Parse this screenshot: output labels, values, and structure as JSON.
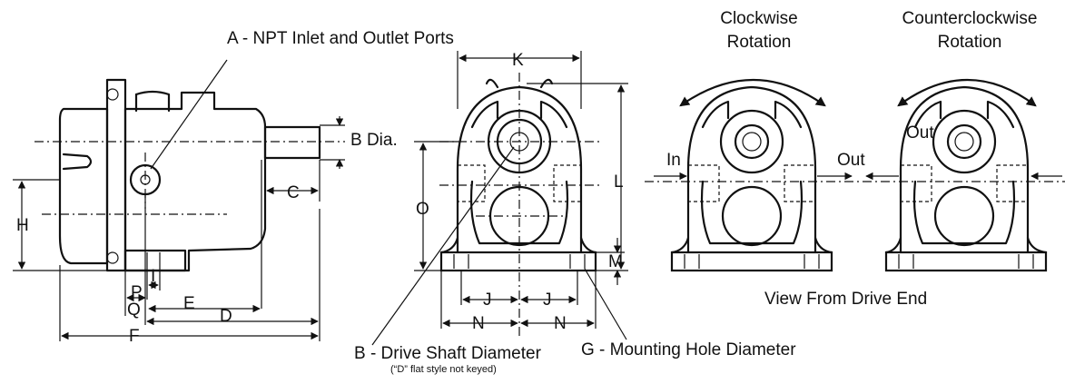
{
  "labels": {
    "ports": "A - NPT Inlet and Outlet Ports",
    "shaft_dia": "B Dia.",
    "drive_shaft": "B - Drive Shaft Diameter",
    "drive_shaft_note": "(“D” flat style not keyed)",
    "mounting_hole": "G -  Mounting Hole Diameter",
    "view_from": "View From Drive End",
    "in": "In",
    "out_cw": "Out",
    "out_ccw": "Out"
  },
  "dimensions": {
    "C": "C",
    "D": "D",
    "E": "E",
    "F": "F",
    "H": "H",
    "I": "I",
    "J1": "J",
    "J2": "J",
    "K": "K",
    "L": "L",
    "M": "M",
    "N1": "N",
    "N2": "N",
    "O": "O",
    "P": "P",
    "Q": "Q"
  },
  "rotation": {
    "cw_line1": "Clockwise",
    "cw_line2": "Rotation",
    "ccw_line1": "Counterclockwise",
    "ccw_line2": "Rotation"
  }
}
